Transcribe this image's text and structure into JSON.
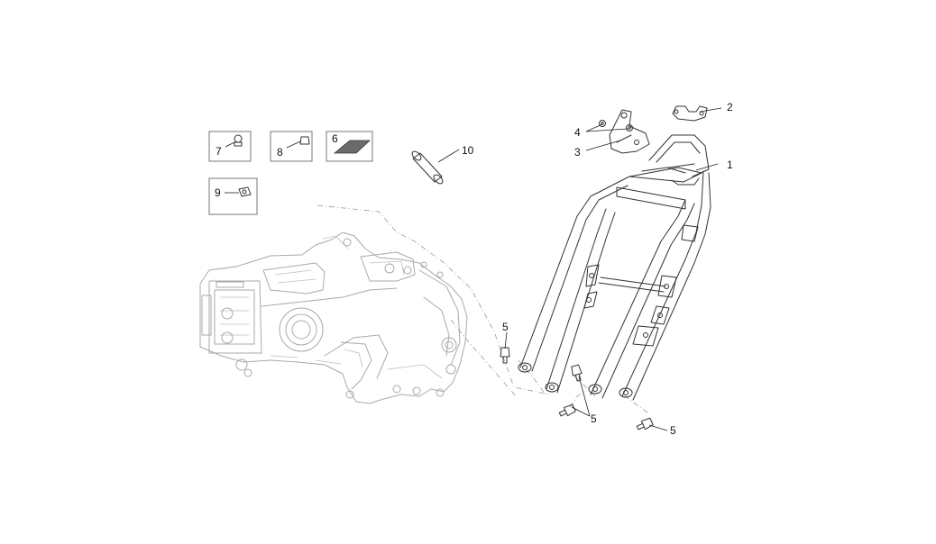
{
  "diagram": {
    "callouts": {
      "c1": "1",
      "c2": "2",
      "c3": "3",
      "c4": "4",
      "c5a": "5",
      "c5b": "5",
      "c5c": "5",
      "c6": "6",
      "c7": "7",
      "c8": "8",
      "c9": "9",
      "c10": "10"
    }
  }
}
